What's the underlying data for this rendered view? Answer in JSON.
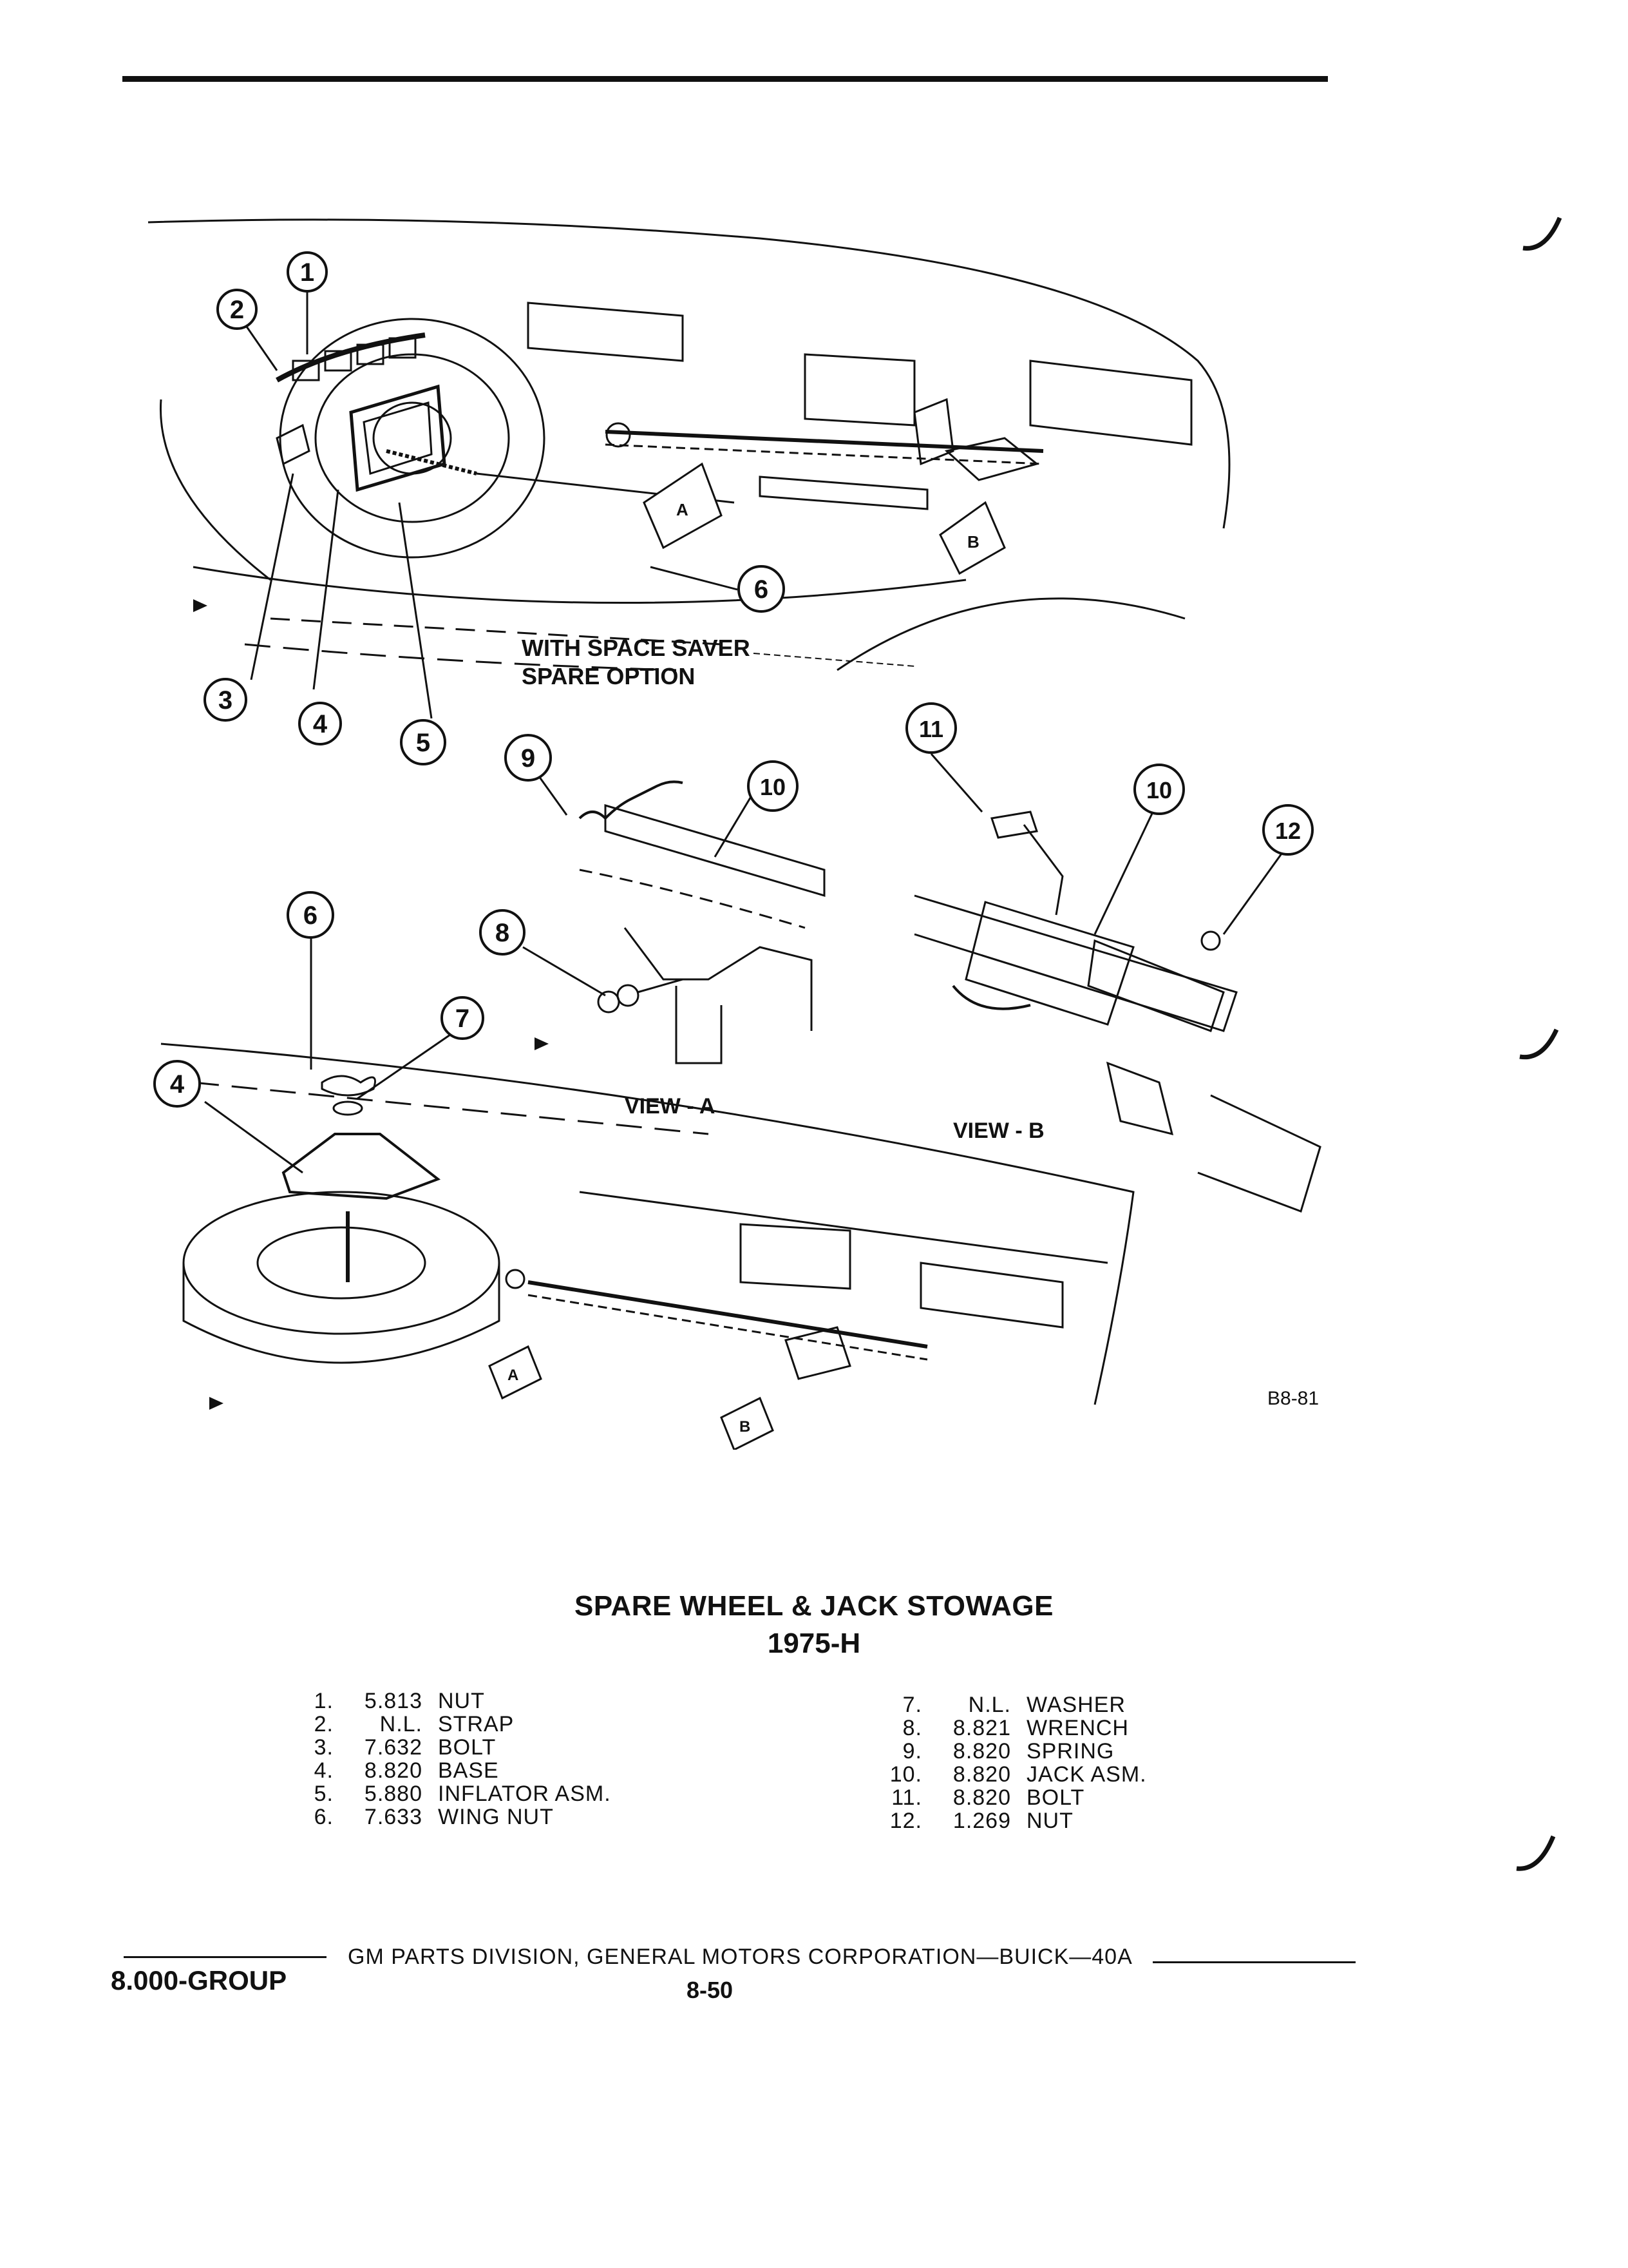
{
  "diagram": {
    "callouts": [
      "1",
      "2",
      "3",
      "4",
      "5",
      "6",
      "6",
      "7",
      "8",
      "9",
      "10",
      "10",
      "11",
      "12",
      "4"
    ],
    "option_note_line1": "WITH SPACE SAVER",
    "option_note_line2": "SPARE OPTION",
    "view_a_label": "VIEW - A",
    "view_b_label": "VIEW - B",
    "arrow_a": "A",
    "arrow_b": "B",
    "figure_code": "B8-81"
  },
  "title": "SPARE WHEEL & JACK STOWAGE",
  "subtitle": "1975-H",
  "parts_left": [
    {
      "num": "1.",
      "ref": "5.813",
      "name": "NUT"
    },
    {
      "num": "2.",
      "ref": "N.L.",
      "name": "STRAP"
    },
    {
      "num": "3.",
      "ref": "7.632",
      "name": "BOLT"
    },
    {
      "num": "4.",
      "ref": "8.820",
      "name": "BASE"
    },
    {
      "num": "5.",
      "ref": "5.880",
      "name": "INFLATOR ASM."
    },
    {
      "num": "6.",
      "ref": "7.633",
      "name": "WING NUT"
    }
  ],
  "parts_right": [
    {
      "num": "7.",
      "ref": "N.L.",
      "name": "WASHER"
    },
    {
      "num": "8.",
      "ref": "8.821",
      "name": "WRENCH"
    },
    {
      "num": "9.",
      "ref": "8.820",
      "name": "SPRING"
    },
    {
      "num": "10.",
      "ref": "8.820",
      "name": "JACK ASM."
    },
    {
      "num": "11.",
      "ref": "8.820",
      "name": "BOLT"
    },
    {
      "num": "12.",
      "ref": "1.269",
      "name": "NUT"
    }
  ],
  "footer": {
    "corporation": "GM PARTS DIVISION, GENERAL MOTORS CORPORATION—BUICK—40A",
    "group": "8.000-GROUP",
    "page": "8-50"
  }
}
